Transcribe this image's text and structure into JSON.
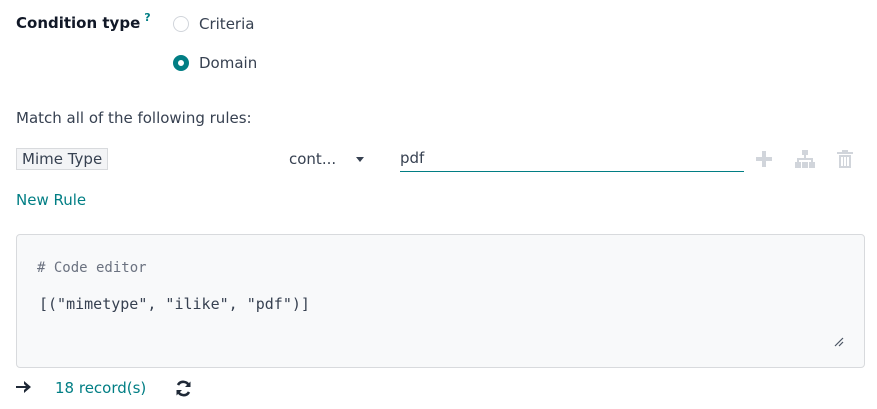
{
  "condition_type": {
    "label": "Condition type",
    "help": "?",
    "options": [
      {
        "label": "Criteria",
        "selected": false
      },
      {
        "label": "Domain",
        "selected": true
      }
    ]
  },
  "rules": {
    "heading": "Match all of the following rules:",
    "items": [
      {
        "field": "Mime Type",
        "operator": "cont...",
        "value": "pdf"
      }
    ],
    "actions": [
      "plus-icon",
      "sitemap-icon",
      "trash-icon"
    ],
    "new_rule_label": "New Rule"
  },
  "code_editor": {
    "comment": "# Code editor",
    "code": "[(\"mimetype\", \"ilike\", \"pdf\")]"
  },
  "footer": {
    "records_label": "18 record(s)"
  },
  "colors": {
    "accent": "#017e84",
    "text": "#374151",
    "muted_icon": "#d1d5db",
    "editor_bg": "#f8f9fa"
  }
}
